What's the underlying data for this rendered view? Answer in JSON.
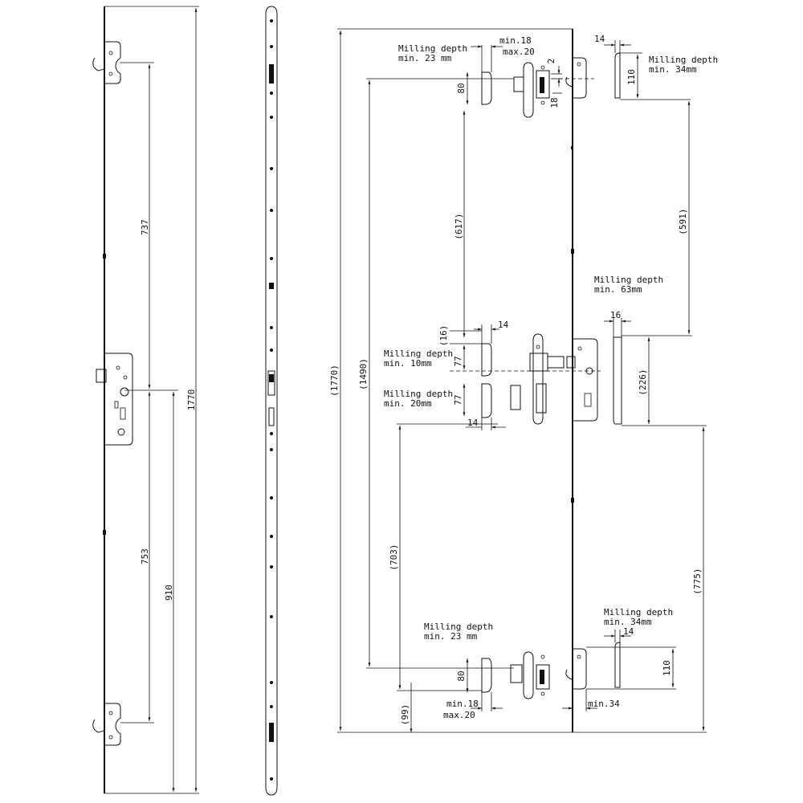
{
  "left_view": {
    "dims": {
      "d737": "737",
      "d753": "753",
      "d910": "910",
      "d1770": "1770"
    }
  },
  "right_view": {
    "dims": {
      "d1770": "(1770)",
      "d1490": "(1490)",
      "d617": "(617)",
      "d703": "(703)",
      "d99": "(99)",
      "d16": "(16)",
      "d77a": "77",
      "d77b": "77",
      "d80top": "80",
      "d80bot": "80",
      "d14mid_top": "14",
      "d14mid_bot": "14",
      "d2": "2",
      "d18": "18",
      "min18_top": "min.18",
      "max20_top": "max.20",
      "min18_bot": "min.18",
      "max20_bot": "max.20",
      "d14_r_top": "14",
      "d110_top": "110",
      "d591": "(591)",
      "d16_r_mid": "16",
      "d226": "(226)",
      "d775": "(775)",
      "d14_r_bot": "14",
      "d110_bot": "110",
      "min34": "min.34"
    },
    "notes": {
      "mill_top_left_1": "Milling depth",
      "mill_top_left_2": "min. 23 mm",
      "mill_top_right_1": "Milling depth",
      "mill_top_right_2": "min. 34mm",
      "mill_mid_right_1": "Milling depth",
      "mill_mid_right_2": "min. 63mm",
      "mill_mid_a_1": "Milling depth",
      "mill_mid_a_2": "min. 10mm",
      "mill_mid_b_1": "Milling depth",
      "mill_mid_b_2": "min. 20mm",
      "mill_bot_left_1": "Milling depth",
      "mill_bot_left_2": "min. 23 mm",
      "mill_bot_right_1": "Milling depth",
      "mill_bot_right_2": "min. 34mm"
    }
  }
}
